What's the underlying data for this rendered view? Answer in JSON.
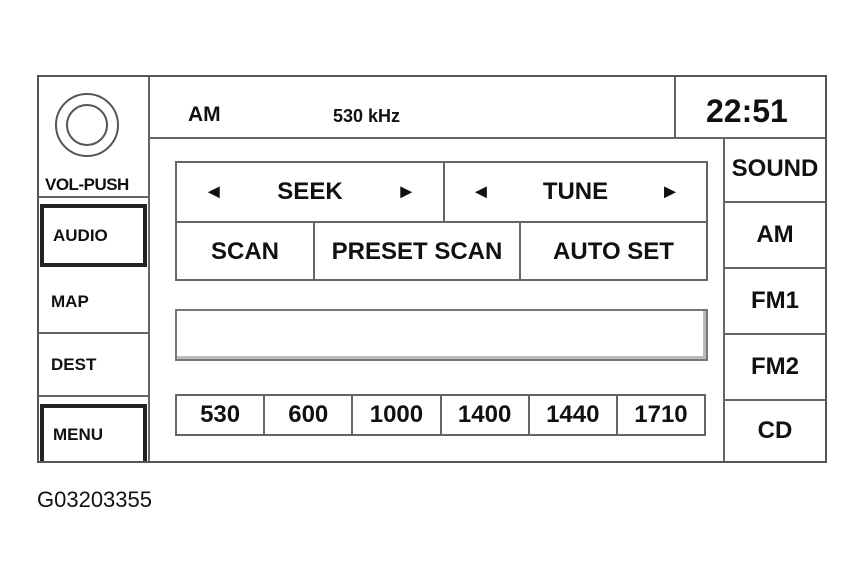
{
  "left_panel": {
    "knob_label": "VOL-PUSH",
    "buttons": [
      "AUDIO",
      "MAP",
      "DEST",
      "MENU"
    ]
  },
  "status": {
    "band": "AM",
    "frequency": "530 kHz",
    "clock": "22:51"
  },
  "right_panel": {
    "buttons": [
      "SOUND",
      "AM",
      "FM1",
      "FM2",
      "CD"
    ]
  },
  "controls": {
    "seek_label": "SEEK",
    "tune_label": "TUNE",
    "left_arrow": "◄",
    "right_arrow": "►",
    "scan_label": "SCAN",
    "preset_scan_label": "PRESET SCAN",
    "auto_set_label": "AUTO SET"
  },
  "presets": [
    "530",
    "600",
    "1000",
    "1400",
    "1440",
    "1710"
  ],
  "figure_id": "G03203355"
}
